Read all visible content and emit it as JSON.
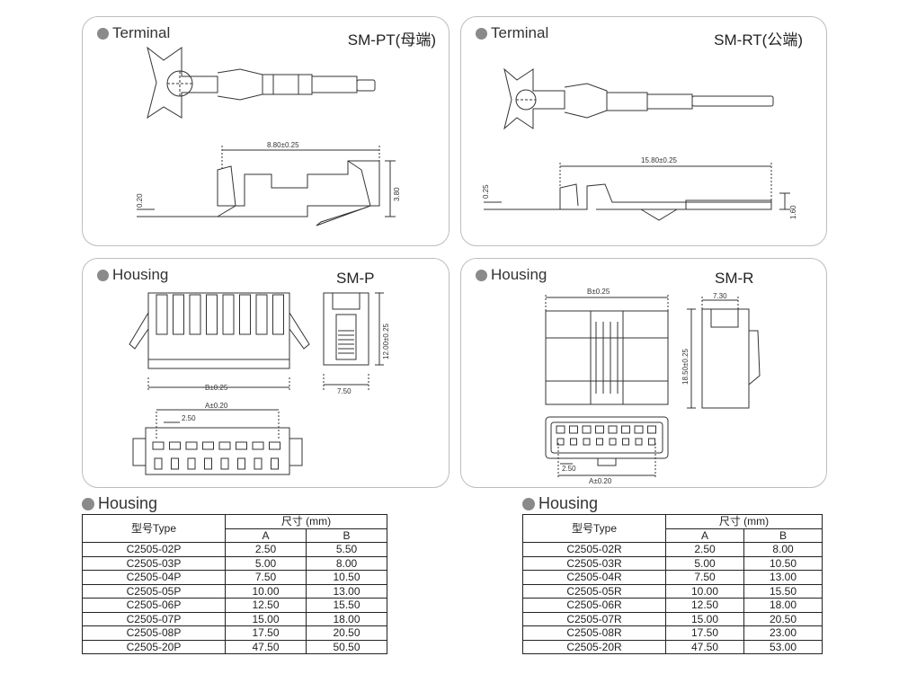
{
  "terminal_p": {
    "heading": "Terminal",
    "model": "SM-PT(母端)",
    "dims": {
      "length": "8.80±0.25",
      "thickness": "0.20",
      "height": "3.80"
    }
  },
  "terminal_r": {
    "heading": "Terminal",
    "model": "SM-RT(公端)",
    "dims": {
      "length": "15.80±0.25",
      "thickness": "0.25",
      "height": "1.60"
    }
  },
  "housing_p": {
    "heading": "Housing",
    "model": "SM-P",
    "dims": {
      "width": "B±0.25",
      "depth": "7.50",
      "height": "12.00±0.25",
      "span": "A±0.20",
      "pitch": "2.50"
    }
  },
  "housing_r": {
    "heading": "Housing",
    "model": "SM-R",
    "dims": {
      "width": "B±0.25",
      "depth": "7.30",
      "height": "18.50±0.25",
      "span": "A±0.20",
      "pitch": "2.50"
    }
  },
  "table_p": {
    "heading": "Housing",
    "type_header": "型号Type",
    "size_header": "尺寸 (mm)",
    "col_a": "A",
    "col_b": "B",
    "rows": [
      {
        "type": "C2505-02P",
        "a": "2.50",
        "b": "5.50"
      },
      {
        "type": "C2505-03P",
        "a": "5.00",
        "b": "8.00"
      },
      {
        "type": "C2505-04P",
        "a": "7.50",
        "b": "10.50"
      },
      {
        "type": "C2505-05P",
        "a": "10.00",
        "b": "13.00"
      },
      {
        "type": "C2505-06P",
        "a": "12.50",
        "b": "15.50"
      },
      {
        "type": "C2505-07P",
        "a": "15.00",
        "b": "18.00"
      },
      {
        "type": "C2505-08P",
        "a": "17.50",
        "b": "20.50"
      },
      {
        "type": "C2505-20P",
        "a": "47.50",
        "b": "50.50"
      }
    ]
  },
  "table_r": {
    "heading": "Housing",
    "type_header": "型号Type",
    "size_header": "尺寸 (mm)",
    "col_a": "A",
    "col_b": "B",
    "rows": [
      {
        "type": "C2505-02R",
        "a": "2.50",
        "b": "8.00"
      },
      {
        "type": "C2505-03R",
        "a": "5.00",
        "b": "10.50"
      },
      {
        "type": "C2505-04R",
        "a": "7.50",
        "b": "13.00"
      },
      {
        "type": "C2505-05R",
        "a": "10.00",
        "b": "15.50"
      },
      {
        "type": "C2505-06R",
        "a": "12.50",
        "b": "18.00"
      },
      {
        "type": "C2505-07R",
        "a": "15.00",
        "b": "20.50"
      },
      {
        "type": "C2505-08R",
        "a": "17.50",
        "b": "23.00"
      },
      {
        "type": "C2505-20R",
        "a": "47.50",
        "b": "53.00"
      }
    ]
  }
}
